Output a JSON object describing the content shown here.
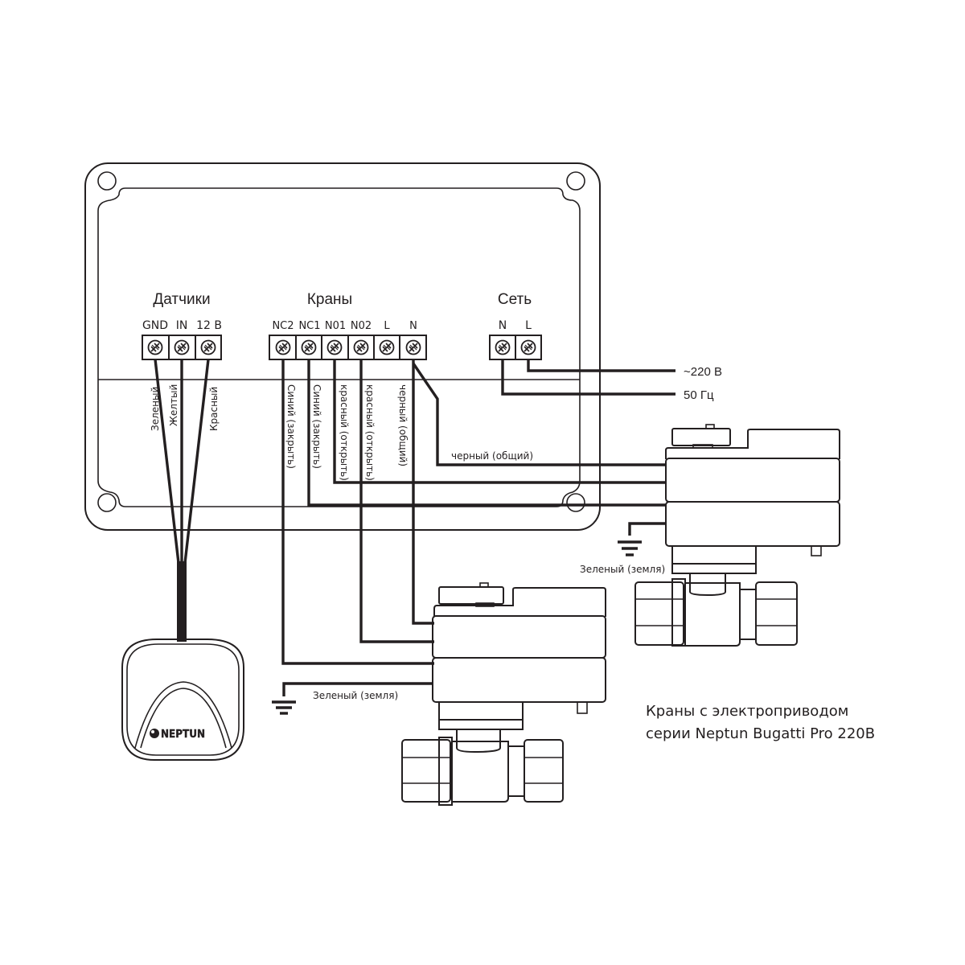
{
  "groups": {
    "sensors": {
      "title": "Датчики",
      "terminals": [
        "GND",
        "IN",
        "12 В"
      ]
    },
    "valves": {
      "title": "Краны",
      "terminals": [
        "NC2",
        "NC1",
        "N01",
        "N02",
        "L",
        "N"
      ]
    },
    "mains": {
      "title": "Сеть",
      "terminals": [
        "N",
        "L"
      ]
    }
  },
  "sensor_wires": [
    "Зеленый",
    "Желтый",
    "Красный"
  ],
  "valve_wires": [
    "Синий (закрыть)",
    "Синий (закрыть)",
    "красный (открыть)",
    "красный (открыть)",
    "черный (общий)"
  ],
  "common_wire_label": "черный (общий)",
  "mains_labels": [
    "~220 В",
    "50 Гц"
  ],
  "ground_labels": [
    "Зеленый (земля)",
    "Зеленый (земля)"
  ],
  "sensor_brand": "NEPTUN",
  "caption": [
    "Краны с электроприводом",
    "серии Neptun Bugatti Pro 220В"
  ]
}
